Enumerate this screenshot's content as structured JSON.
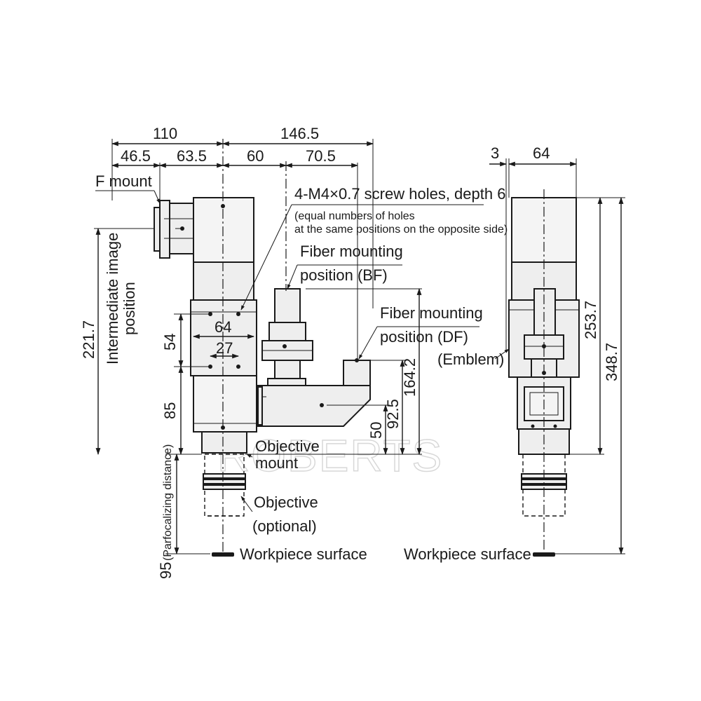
{
  "watermark": "ROBERTS",
  "side_view": {
    "dimensions": {
      "d110": "110",
      "d146_5": "146.5",
      "d46_5": "46.5",
      "d63_5": "63.5",
      "d60": "60",
      "d70_5": "70.5",
      "d64": "64",
      "d27": "27",
      "d54": "54",
      "d85": "85",
      "d221_7": "221.7",
      "d164_2": "164.2",
      "d92_5": "92.5",
      "d50": "50",
      "d95": "95"
    },
    "labels": {
      "f_mount": "F mount",
      "screw_holes": "4-M4×0.7 screw holes, depth 6",
      "screw_note_1": "(equal numbers of holes",
      "screw_note_2": "at the same positions on the opposite side)",
      "fiber_bf_1": "Fiber mounting",
      "fiber_bf_2": "position (BF)",
      "fiber_df_1": "Fiber mounting",
      "fiber_df_2": "position (DF)",
      "intermediate_1": "Intermediate image",
      "intermediate_2": "position",
      "objective_mount_1": "Objective",
      "objective_mount_2": "mount",
      "objective_1": "Objective",
      "objective_2": "(optional)",
      "parfocal": "(Parfocalizing distance)",
      "workpiece": "Workpiece surface"
    }
  },
  "front_view": {
    "dimensions": {
      "d3": "3",
      "d64": "64",
      "d253_7": "253.7",
      "d348_7": "348.7"
    },
    "labels": {
      "emblem": "(Emblem)",
      "workpiece": "Workpiece surface"
    }
  }
}
